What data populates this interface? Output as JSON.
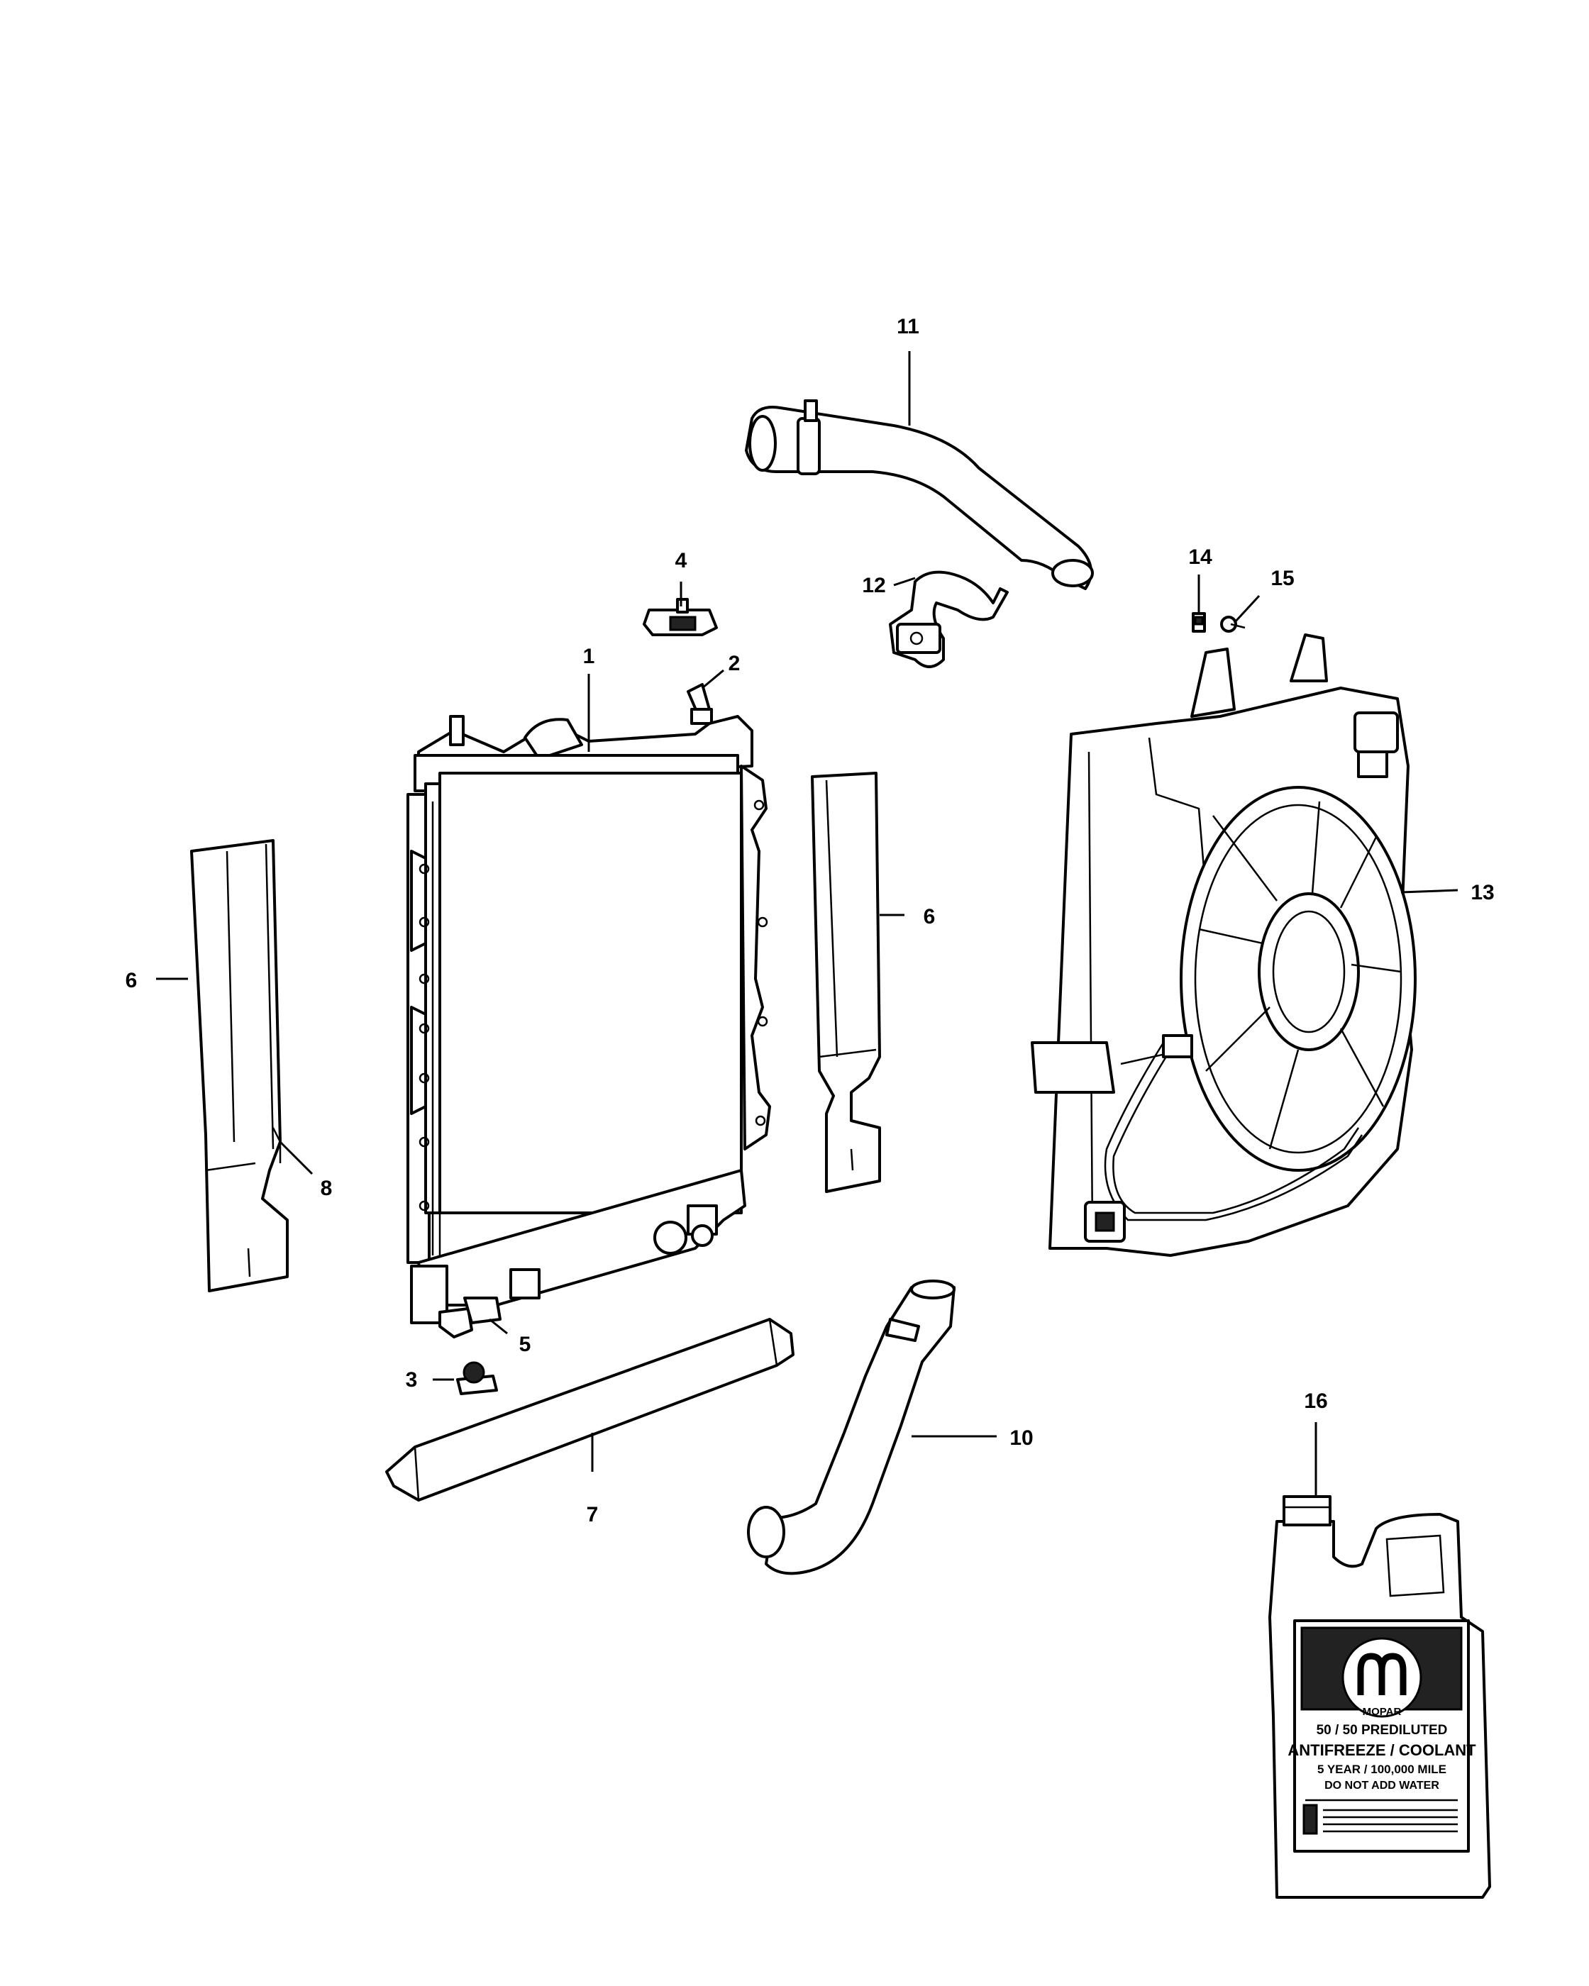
{
  "callouts": {
    "c1": "1",
    "c2": "2",
    "c3": "3",
    "c4": "4",
    "c5": "5",
    "c6a": "6",
    "c6b": "6",
    "c7": "7",
    "c8": "8",
    "c10": "10",
    "c11": "11",
    "c12": "12",
    "c13": "13",
    "c14": "14",
    "c15": "15",
    "c16": "16"
  },
  "jug_label": {
    "brand": "MOPAR",
    "line1": "50 / 50 PREDILUTED",
    "line2": "ANTIFREEZE / COOLANT",
    "line3": "5 YEAR / 100,000 MILE",
    "line4": "DO NOT ADD WATER"
  },
  "parts": {
    "p1": "radiator",
    "p2": "radiator-bracket-stud",
    "p3": "lower-clip",
    "p4": "upper-isolator",
    "p5": "lower-isolator",
    "p6": "air-seal",
    "p7": "lower-air-dam",
    "p8": "seal-clip",
    "p10": "lower-radiator-hose",
    "p11": "upper-radiator-hose",
    "p12": "hose-bracket",
    "p13": "cooling-fan-module",
    "p14": "connector",
    "p15": "push-pin",
    "p16": "coolant-jug"
  }
}
